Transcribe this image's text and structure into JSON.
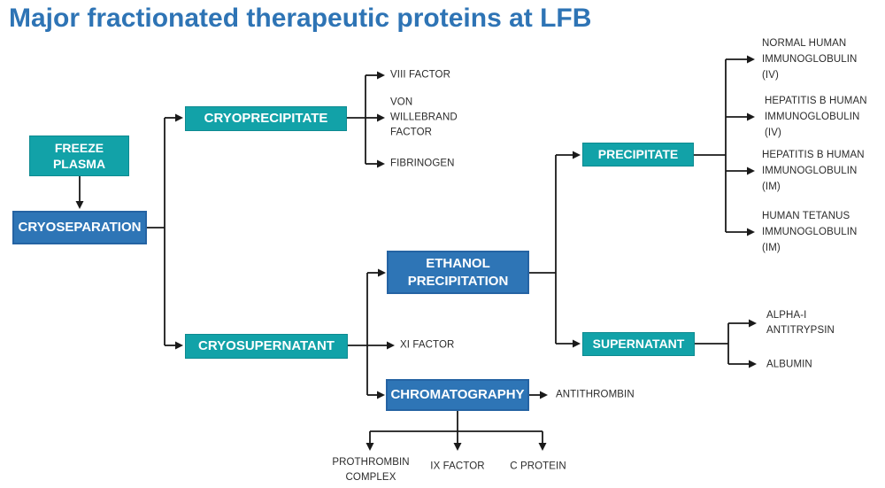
{
  "title": "Major fractionated therapeutic proteins at LFB",
  "colors": {
    "teal_box": "#12A2A8",
    "teal_border": "#0D8A90",
    "blue_box": "#2E75B6",
    "blue_border": "#2563A3",
    "title_text": "#2E74B5",
    "label_text": "#2B2B2B",
    "connector": "#1A1A1A",
    "background": "#FFFFFF"
  },
  "nodes": {
    "freeze_plasma": "FREEZE\nPLASMA",
    "cryoseparation": "CRYOSEPARATION",
    "cryoprecipitate": "CRYOPRECIPITATE",
    "cryosupernatant": "CRYOSUPERNATANT",
    "ethanol_precipitation": "ETHANOL\nPRECIPITATION",
    "chromatography": "CHROMATOGRAPHY",
    "precipitate": "PRECIPITATE",
    "supernatant": "SUPERNATANT"
  },
  "products": {
    "viii_factor": "VIII FACTOR",
    "von_willebrand_factor": "VON\nWILLEBRAND\nFACTOR",
    "fibrinogen": "FIBRINOGEN",
    "xi_factor": "XI FACTOR",
    "normal_human_immunoglobulin_iv": "NORMAL HUMAN\nIMMUNOGLOBULIN\n(IV)",
    "hepatitis_b_human_immunoglobulin_iv": "HEPATITIS B HUMAN\nIMMUNOGLOBULIN\n(IV)",
    "hepatitis_b_human_immunoglobulin_im": "HEPATITIS B HUMAN\nIMMUNOGLOBULIN\n(IM)",
    "human_tetanus_immunoglobulin_im": "HUMAN TETANUS\nIMMUNOGLOBULIN\n(IM)",
    "alpha_i_antitrypsin": "ALPHA-I\nANTITRYPSIN",
    "albumin": "ALBUMIN",
    "antithrombin": "ANTITHROMBIN",
    "prothrombin_complex": "PROTHROMBIN\nCOMPLEX",
    "ix_factor": "IX FACTOR",
    "c_protein": "C PROTEIN"
  }
}
